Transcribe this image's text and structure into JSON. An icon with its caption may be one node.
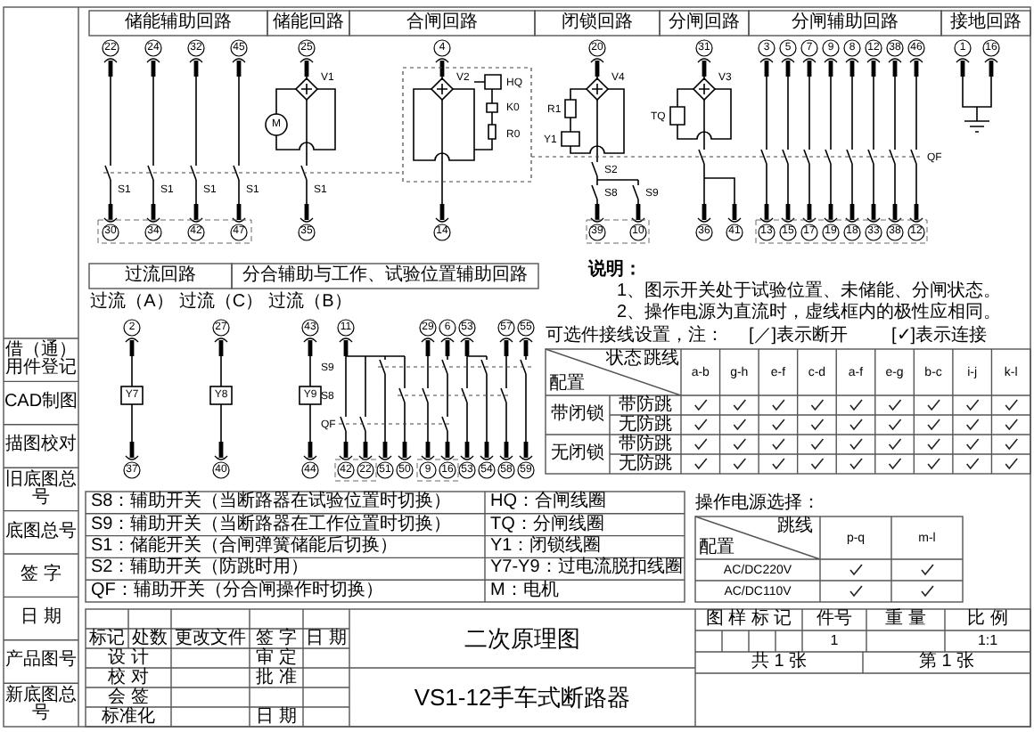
{
  "diagram": {
    "labels": [
      "储能辅助回路",
      "储能回路",
      "合闸回路",
      "闭锁回路",
      "分闸回路",
      "分闸辅助回路",
      "接地回路",
      "22",
      "24",
      "32",
      "45",
      "25",
      "4",
      "20",
      "31",
      "3",
      "5",
      "7",
      "9",
      "8",
      "12",
      "38",
      "46",
      "1",
      "16",
      "V1",
      "M",
      "V2",
      "HQ",
      "K0",
      "R0",
      "V4",
      "R1",
      "Y1",
      "V3",
      "TQ",
      "S1",
      "S1",
      "S1",
      "S1",
      "S1",
      "S2",
      "S8",
      "S9",
      "QF",
      "30",
      "34",
      "42",
      "47",
      "35",
      "14",
      "39",
      "10",
      "36",
      "41",
      "13",
      "15",
      "17",
      "19",
      "18",
      "33",
      "38",
      "12",
      "过流回路",
      "分合辅助与工作、试验位置辅助回路",
      "过流（A）",
      "过流（C）",
      "过流（B）",
      "2",
      "27",
      "43",
      "11",
      "29",
      "6",
      "53",
      "57",
      "55",
      "Y7",
      "Y8",
      "Y9",
      "S9",
      "S8",
      "QF",
      "37",
      "40",
      "44",
      "42",
      "22",
      "51",
      "50",
      "9",
      "16",
      "53",
      "54",
      "58",
      "59",
      "说明：",
      "1、图示开关处于试验位置、未储能、分闸状态。",
      "2、操作电源为直流时，虚线框内的极性应相同。",
      "可选件接线设置，注：",
      "[／]表示断开",
      "[✓]表示连接",
      "状态",
      "跳线",
      "配置",
      "a-b",
      "g-h",
      "e-f",
      "c-d",
      "a-f",
      "e-g",
      "b-c",
      "i-j",
      "k-l",
      "带闭锁",
      "带防跳",
      "无防跳",
      "无闭锁",
      "带防跳",
      "无防跳",
      "操作电源选择：",
      "跳线",
      "配置",
      "p-q",
      "m-l",
      "AC/DC220V",
      "AC/DC110V",
      "S8：辅助开关（当断路器在试验位置时切换）",
      "HQ：合闸线圈",
      "S9：辅助开关（当断路器在工作位置时切换）",
      "TQ：分闸线圈",
      "S1：储能开关（合闸弹簧储能后切换）",
      "Y1：闭锁线圈",
      "S2：辅助开关（防跳时用）",
      "Y7-Y9：过电流脱扣线圈",
      "QF：辅助开关（分合闸操作时切换）",
      "M：电机",
      "标记",
      "处数",
      "更改文件",
      "签 字",
      "日 期",
      "设 计",
      "审 定",
      "校 对",
      "批 准",
      "会 签",
      "标准化",
      "日 期",
      "二次原理图",
      "图 样 标 记",
      "件号",
      "重 量",
      "比 例",
      "1",
      "1:1",
      "共 1 张",
      "第 1 张",
      "VS1-12手车式断路器",
      "借（通）用件登记",
      "CAD制图",
      "描图校对",
      "旧底图总号",
      "底图总号",
      "签 字",
      "日 期",
      "产品图号",
      "新底图总号"
    ]
  }
}
